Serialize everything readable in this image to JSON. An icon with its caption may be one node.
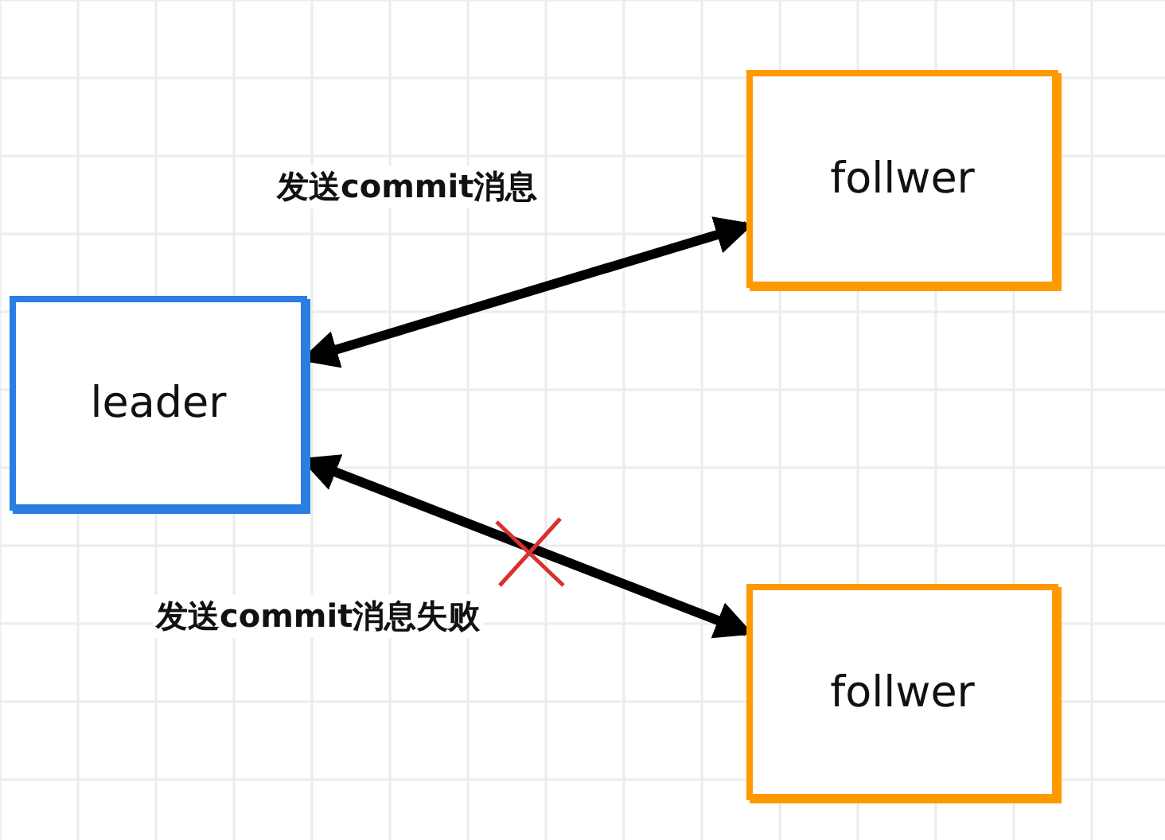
{
  "diagram": {
    "nodes": [
      {
        "text": [
          "leader"
        ]
      },
      {
        "text": [
          "follwer"
        ]
      },
      {
        "text": [
          "follwer"
        ]
      }
    ],
    "edges": [
      {
        "from": 0,
        "to": 1,
        "arrow": "both",
        "label": "发送commit消息"
      },
      {
        "from": 0,
        "to": 2,
        "arrow": "both",
        "label": "发送commit消息失败"
      }
    ]
  }
}
